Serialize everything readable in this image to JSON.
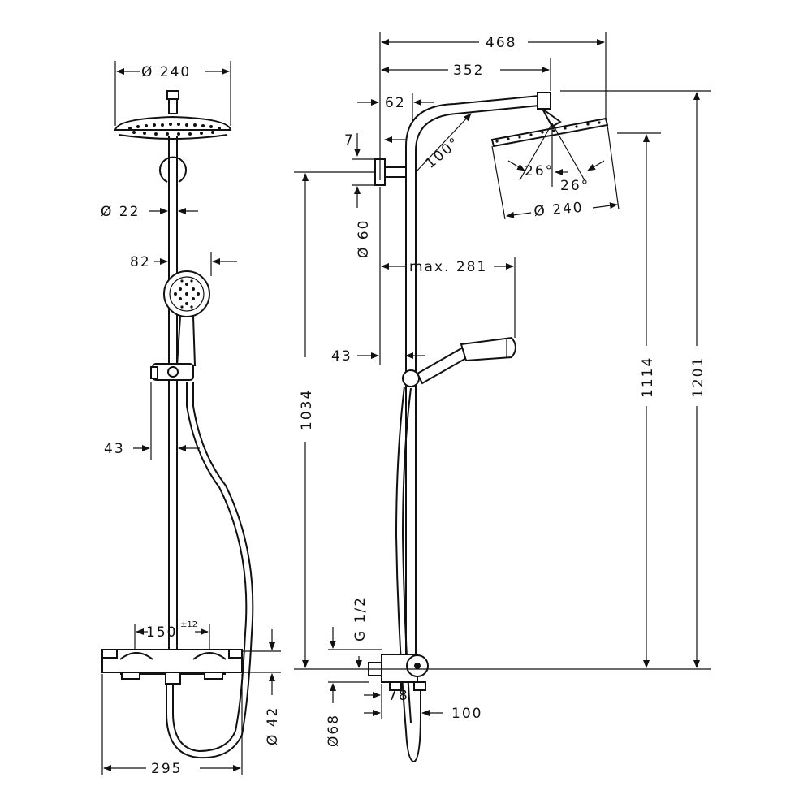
{
  "colors": {
    "line": "#111111",
    "background": "#ffffff"
  },
  "front_view": {
    "head_diameter": "Ø 240",
    "pipe_diameter": "Ø 22",
    "handshower_offset": "82",
    "holder_offset": "43",
    "connection_spacing": "150",
    "connection_tolerance": "±12",
    "thermostat_depth": "Ø 42",
    "thermostat_width": "295"
  },
  "side_view": {
    "total_projection": "468",
    "arm_projection": "352",
    "arm_offset": "62",
    "bracket_offset": "7",
    "bracket_diameter": "Ø 60",
    "arm_angle": "100°",
    "spray_angle_left": "26°",
    "spray_angle_right": "26°",
    "head_diameter": "Ø 240",
    "handshower_reach": "max. 281",
    "holder_offset": "43",
    "bracket_height": "1034",
    "head_height": "1114",
    "total_height": "1201",
    "thread": "G 1/2",
    "wall_rosette": "Ø68",
    "wall_distance": "78",
    "outlet_distance": "100"
  }
}
